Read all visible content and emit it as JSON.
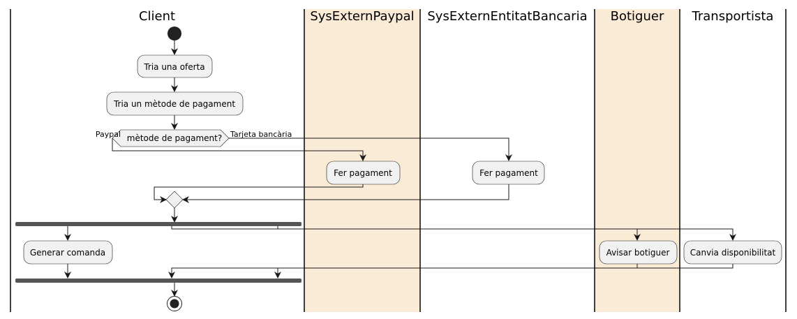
{
  "colors": {
    "lane_highlight": "#faebd7",
    "node_fill": "#f1f1f1",
    "stroke": "#181818",
    "bar": "#555555"
  },
  "lanes": [
    {
      "title": "Client",
      "highlighted": false
    },
    {
      "title": "SysExternPaypal",
      "highlighted": true
    },
    {
      "title": "SysExternEntitatBancaria",
      "highlighted": false
    },
    {
      "title": "Botiguer",
      "highlighted": true
    },
    {
      "title": "Transportista",
      "highlighted": false
    }
  ],
  "activities": {
    "tria_oferta": "Tria una oferta",
    "tria_metode": "Tria un mètode de pagament",
    "fer_pagament_paypal": "Fer pagament",
    "fer_pagament_banc": "Fer pagament",
    "generar_comanda": "Generar comanda",
    "avisar_botiguer": "Avisar botiguer",
    "canvia_disponibilitat": "Canvia disponibilitat"
  },
  "decision": {
    "label": "mètode de pagament?",
    "left_guard": "Paypal",
    "right_guard": "Tarjeta bancària"
  }
}
